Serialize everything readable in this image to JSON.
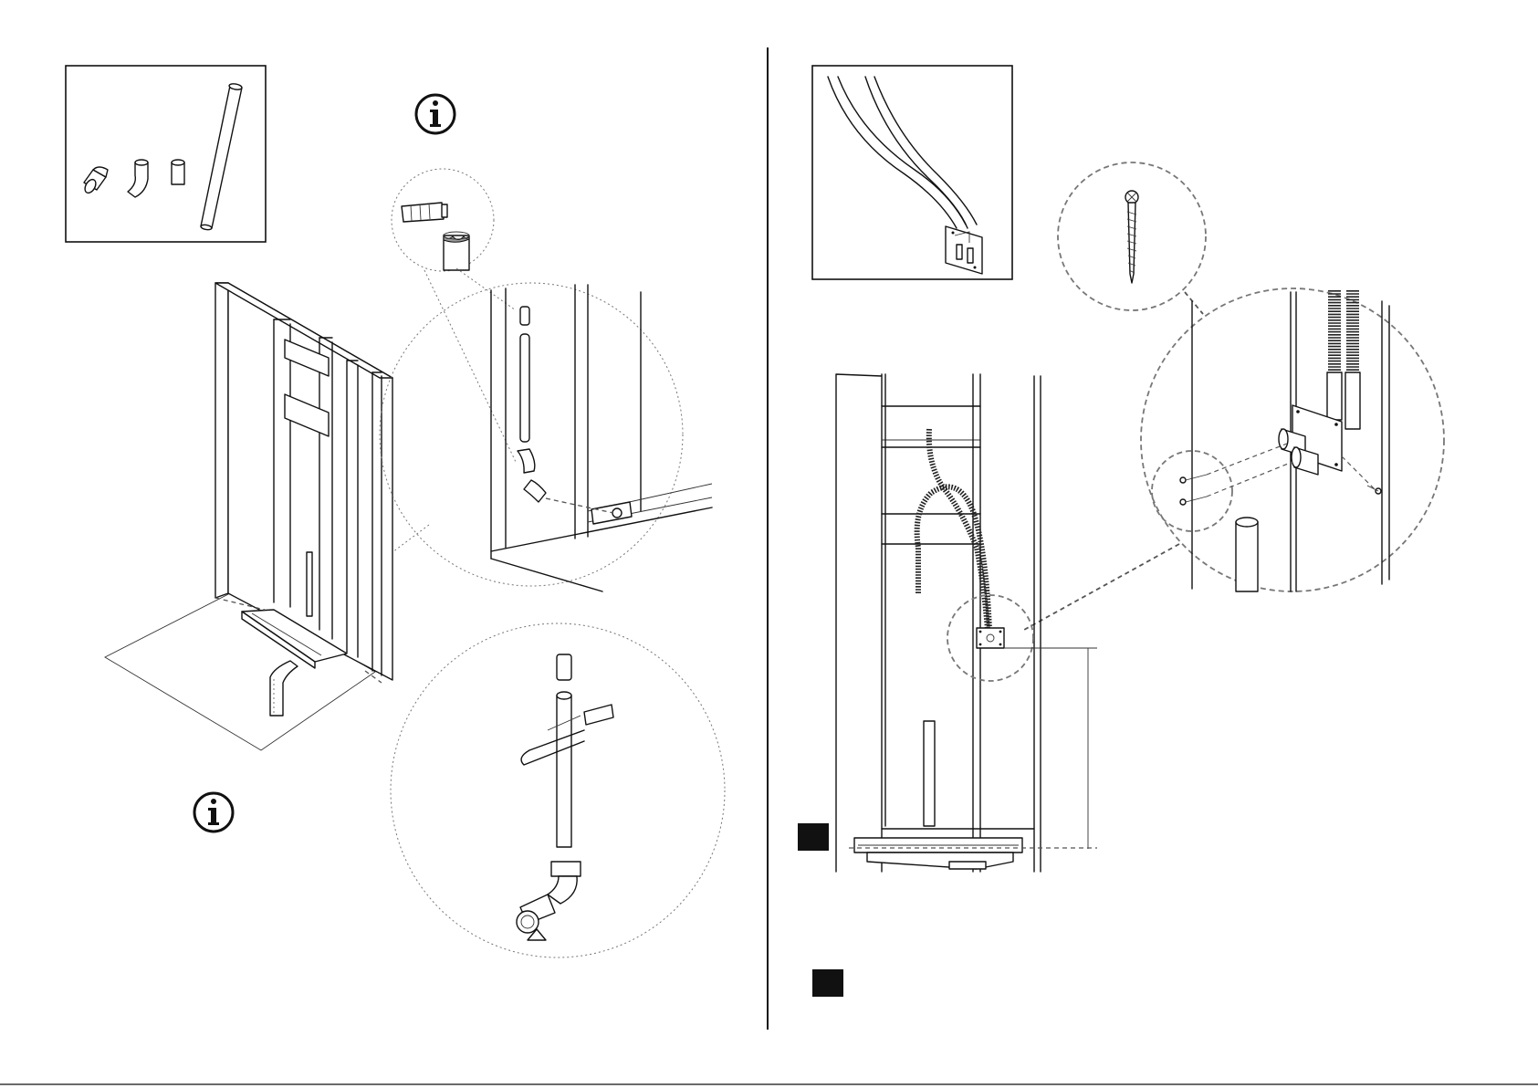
{
  "page": {
    "divider": "vertical",
    "left_panel": {
      "parts_box": {
        "parts": [
          "elbow-45-fitting",
          "elbow-short-fitting",
          "straight-coupling",
          "long-pipe"
        ]
      },
      "info_icons": [
        "info-icon",
        "info-icon"
      ],
      "details": [
        "glue-detail-circle",
        "pipe-connection-detail-circle",
        "drain-assembly-detail-circle"
      ]
    },
    "right_panel": {
      "hose_box": {
        "parts": [
          "flexible-hoses",
          "wall-plate"
        ]
      },
      "details": [
        "screw-detail-circle",
        "wall-plate-detail-circle"
      ],
      "markers": [
        "black-square-marker",
        "black-square-marker"
      ]
    }
  }
}
